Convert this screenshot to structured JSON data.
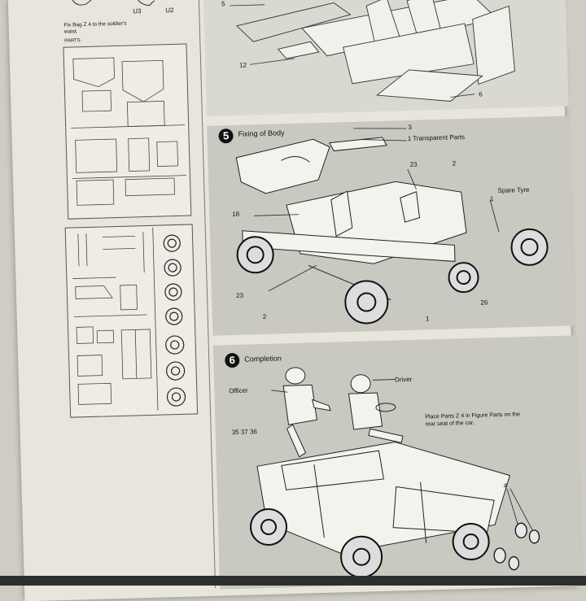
{
  "left_column": {
    "figure_labels": [
      "U3",
      "U2"
    ],
    "bag_note": "Fix Bag Z 4 to the soldier's waist.",
    "parts_heading": "PARTS"
  },
  "steps": [
    {
      "number": "5",
      "title": "Fixing of Body",
      "labels": {
        "transparent": "1 Transparent Parts",
        "spare_tyre": "Spare Tyre",
        "n3": "3",
        "n23a": "23",
        "n2a": "2",
        "n1": "1",
        "n18": "18",
        "n23b": "23",
        "n2b": "2",
        "n26": "26",
        "n1b": "1"
      }
    },
    {
      "number": "6",
      "title": "Completion",
      "labels": {
        "officer": "Officer",
        "driver": "Driver",
        "parts_row": "35  37  36",
        "n4": "4"
      },
      "note": "Place Parts Z 4 in Figure Parts on the rear seat of the car."
    }
  ],
  "step4_labels": {
    "n5": "5",
    "n12": "12",
    "n6": "6"
  }
}
